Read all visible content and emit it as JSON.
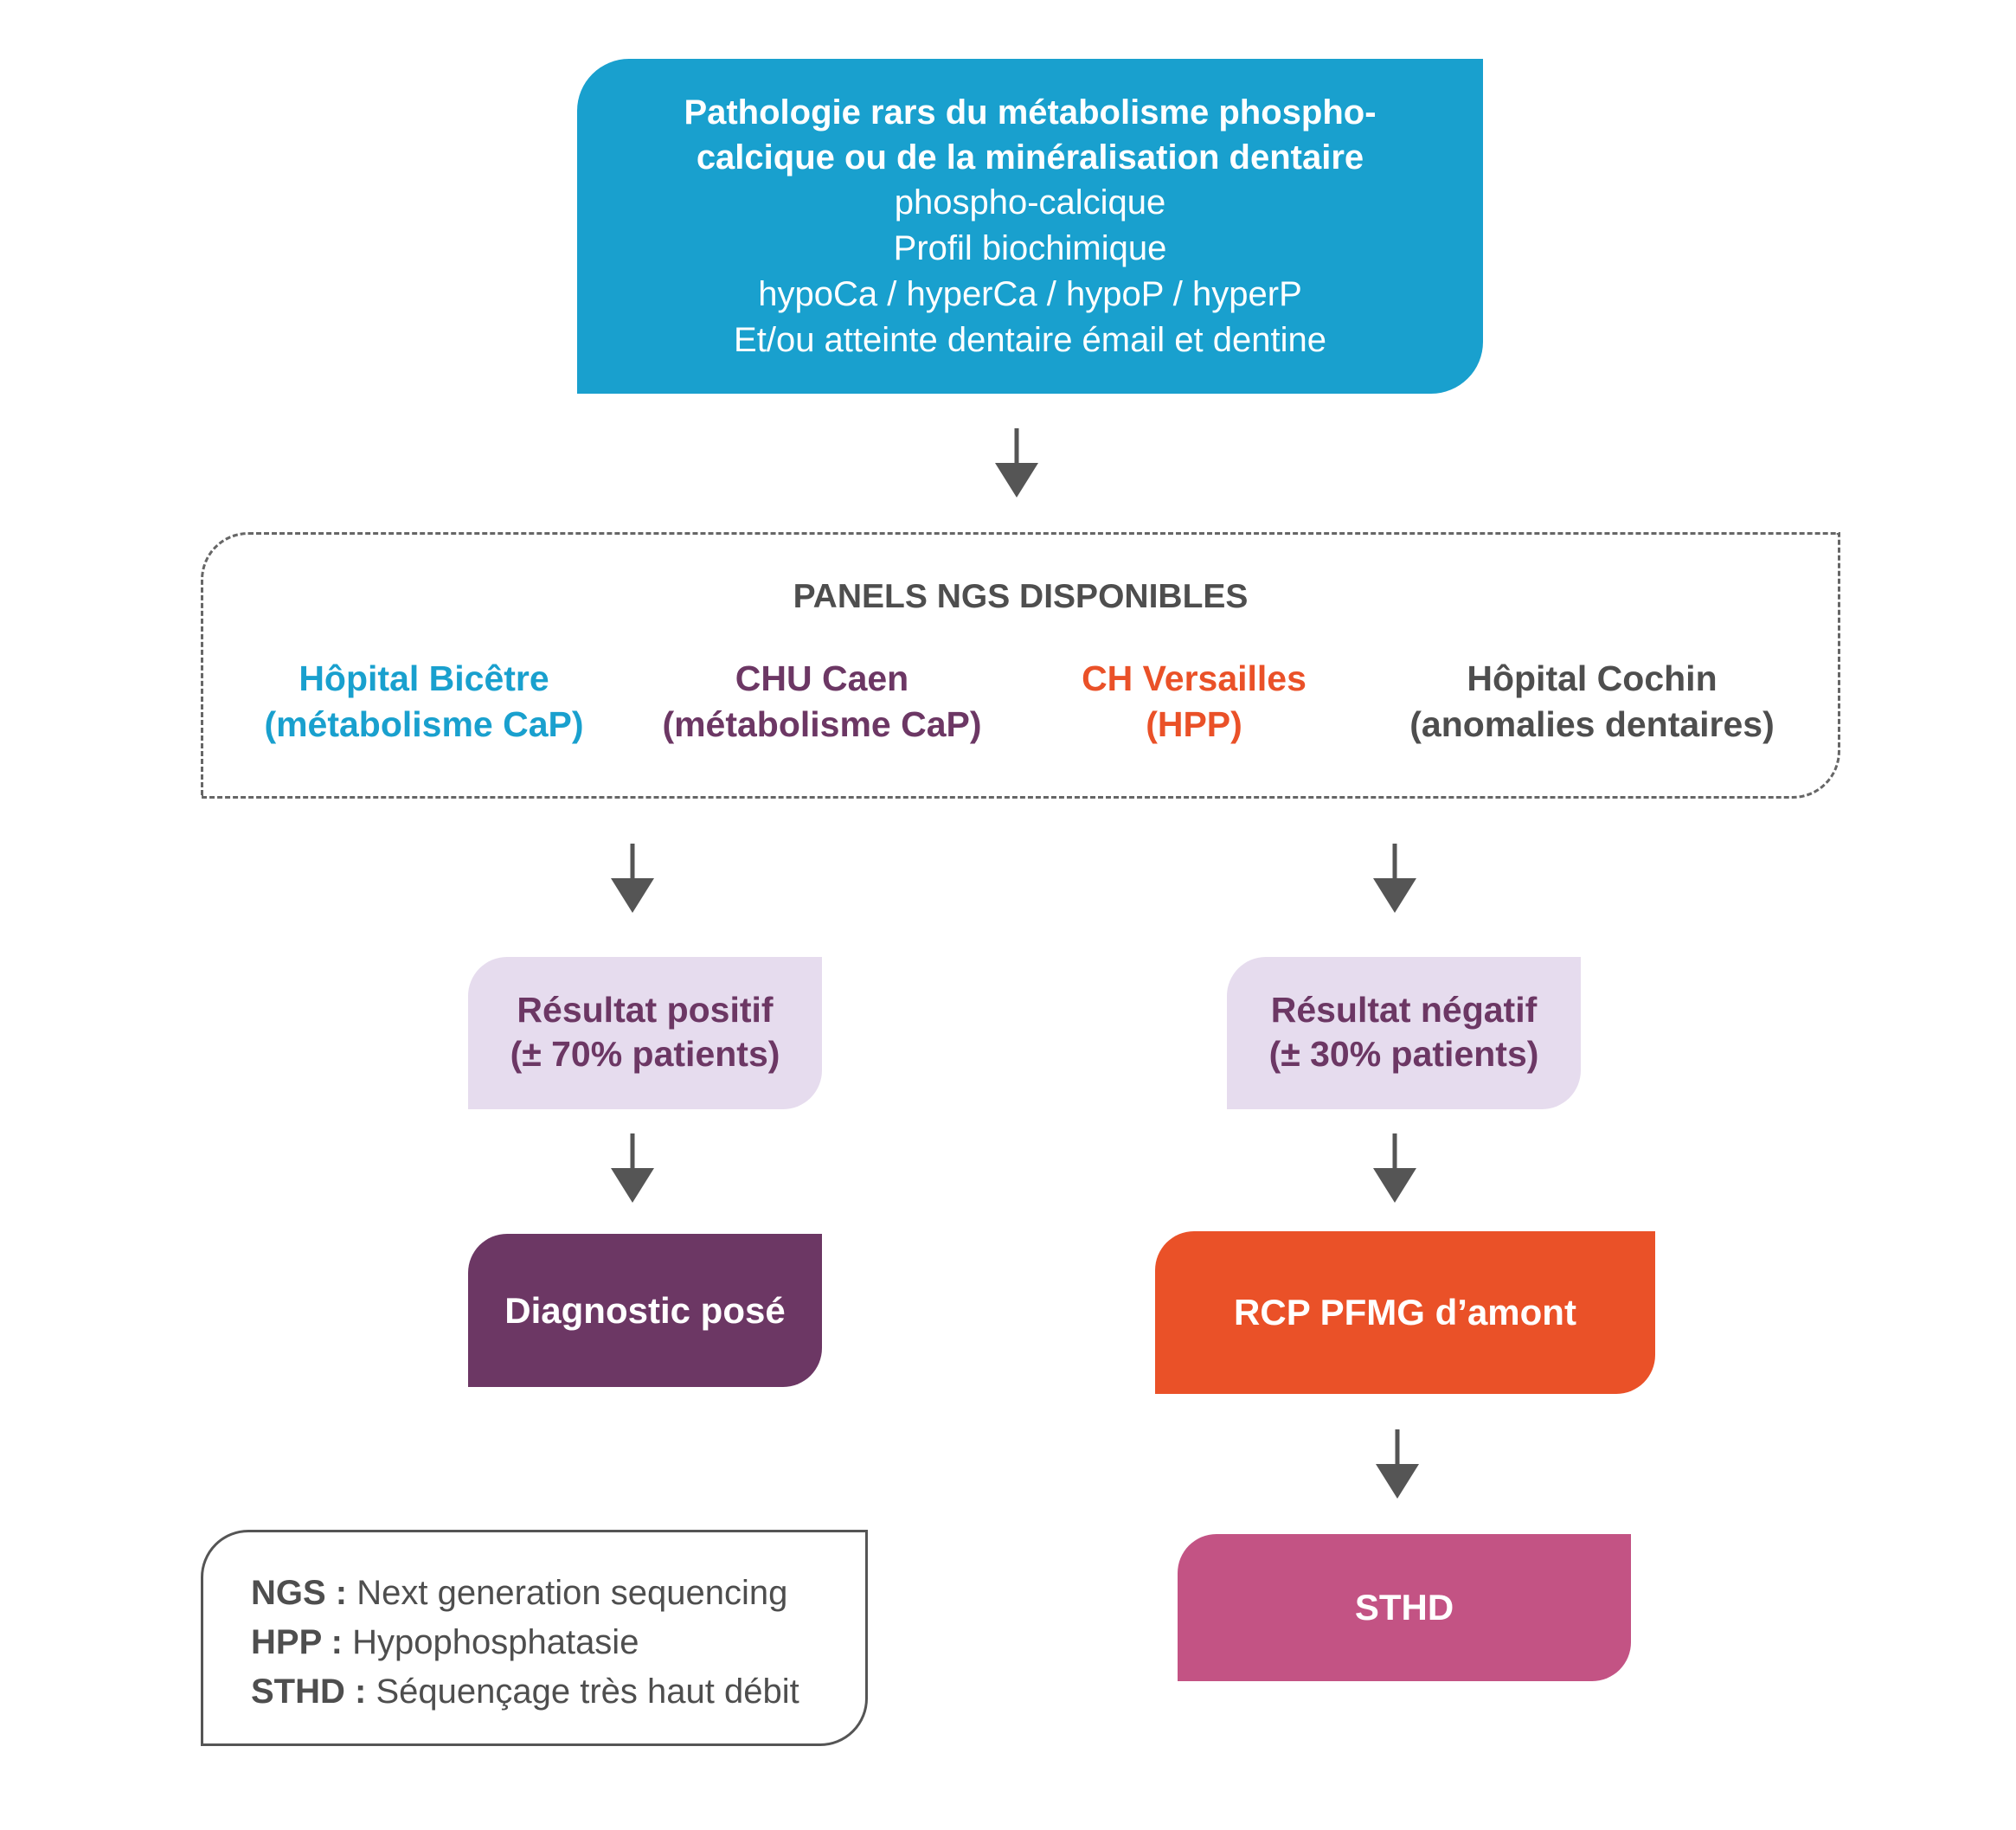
{
  "top_box": {
    "title_line1": "Pathologie rars du métabolisme phospho-",
    "title_line2": "calcique ou de la minéralisation dentaire",
    "line3": "phospho-calcique",
    "line4": "Profil biochimique",
    "line5": "hypoCa / hyperCa / hypoP / hyperP",
    "line6": "Et/ou atteinte dentaire émail et dentine"
  },
  "panels": {
    "title": "PANELS NGS DISPONIBLES",
    "hospitals": [
      {
        "name": "Hôpital Bicêtre",
        "specialty": "(métabolisme CaP)",
        "color": "#19a0ce"
      },
      {
        "name": "CHU Caen",
        "specialty": "(métabolisme CaP)",
        "color": "#6c3764"
      },
      {
        "name": "CH Versailles",
        "specialty": "(HPP)",
        "color": "#ea5128"
      },
      {
        "name": "Hôpital Cochin",
        "specialty": "(anomalies dentaires)",
        "color": "#4e4e4e"
      }
    ]
  },
  "results": {
    "positive": {
      "line1": "Résultat positif",
      "line2": "(± 70% patients)"
    },
    "negative": {
      "line1": "Résultat négatif",
      "line2": "(± 30% patients)"
    }
  },
  "outcomes": {
    "diagnostic": "Diagnostic posé",
    "rcp": "RCP PFMG d’amont",
    "sthd": "STHD"
  },
  "legend": [
    {
      "term": "NGS :",
      "definition": "Next generation sequencing"
    },
    {
      "term": "HPP :",
      "definition": "Hypophosphatasie"
    },
    {
      "term": "STHD :",
      "definition": "Séquençage très haut débit"
    }
  ],
  "colors": {
    "blue": "#19a0ce",
    "purple": "#6c3764",
    "orange": "#ea5128",
    "pink": "#c35384",
    "lavender": "#e6dcee",
    "gray": "#4e4e4e"
  }
}
